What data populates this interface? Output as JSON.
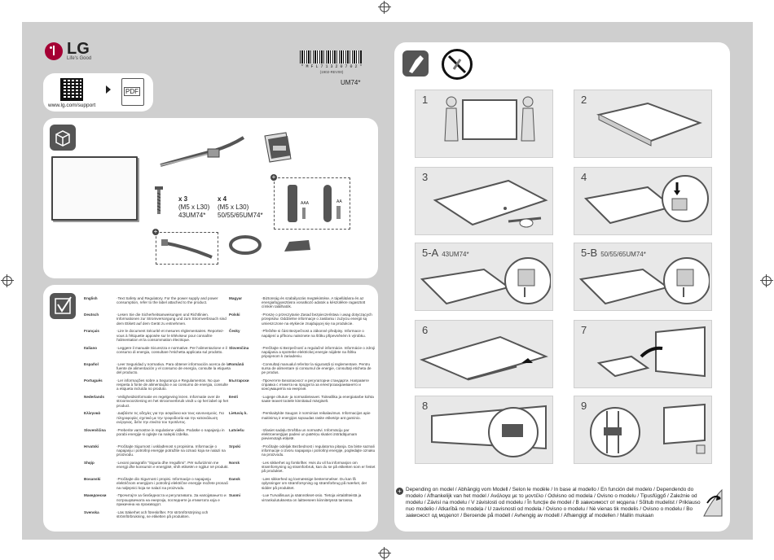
{
  "brand": {
    "name": "LG",
    "tagline": "Life's Good",
    "support_url": "www.lg.com/support",
    "pdf_label": "PDF"
  },
  "barcode": {
    "number": "* M F L 7 1 3 2 0 7 0 2 *",
    "code": "(1902-REV00)"
  },
  "model": "UM74*",
  "screws": [
    {
      "count": "x 3",
      "size": "(M5 x L30)",
      "models": "43UM74*"
    },
    {
      "count": "x 4",
      "size": "(M5 x L30)",
      "models": "50/55/65UM74*"
    }
  ],
  "battery_labels": [
    "AAA",
    "AA"
  ],
  "steps": [
    {
      "num": "1",
      "sub": ""
    },
    {
      "num": "2",
      "sub": ""
    },
    {
      "num": "3",
      "sub": ""
    },
    {
      "num": "4",
      "sub": ""
    },
    {
      "num": "5-A",
      "sub": "43UM74*"
    },
    {
      "num": "5-B",
      "sub": "50/55/65UM74*"
    },
    {
      "num": "6",
      "sub": ""
    },
    {
      "num": "7",
      "sub": ""
    },
    {
      "num": "8",
      "sub": ""
    },
    {
      "num": "9",
      "sub": ""
    }
  ],
  "languages_left": [
    {
      "name": "English",
      "text": "·Text Safety and Regulatory. For the power supply and power consumption, refer to the label attached to the product."
    },
    {
      "name": "Deutsch",
      "text": "·Lesen Sie die Sicherheitsanweisungen und Richtlinien. Informationen zur Stromversorgung und zum Stromverbrauch sind dem Etikett auf dem Gerät zu entnehmen."
    },
    {
      "name": "Français",
      "text": "·Lire le document Sécurité et mesures réglementaires. Reportez-vous à l'étiquette apposée sur le téléviseur pour connaître l'alimentation et la consommation électrique."
    },
    {
      "name": "Italiano",
      "text": "·Leggere il manuale Sicurezza e normative. Per l'alimentazione e il consumo di energia, consultare l'etichetta applicata sul prodotto."
    },
    {
      "name": "Español",
      "text": "·Leer Seguridad y normativa. Para obtener información acerca de la fuente de alimentación y el consumo de energía, consulte la etiqueta del producto."
    },
    {
      "name": "Português",
      "text": "·Ler informações sobre a Segurança e Regulamentos. No que respeita à fonte de alimentação e ao consumo de energia, consulte a etiqueta incluída no produto."
    },
    {
      "name": "Nederlands",
      "text": "·Veiligheidsinformatie en regelgeving lezen. Informatie over de stroomvoorziening en het stroomverbruik vindt u op het label op het product."
    },
    {
      "name": "Ελληνικά",
      "text": "·Διαβάστε τις οδηγίες για την ασφάλεια και τους κανονισμούς. Για πληροφορίες σχετικά με την τροφοδοσία και την κατανάλωση ενέργειας, δείτε την ετικέτα του προϊόντος."
    },
    {
      "name": "Slovenščina",
      "text": "·Preberite varnostne in regulativne vidike. Podatke o napajanju in porabi energije si oglejte na nalepki izdelka."
    },
    {
      "name": "Hrvatski",
      "text": "·Pročitajte Sigurnost i usklađenost s propisima. Informacije o napajanju i potrošnji energije potražite na oznaci koja se nalazi na proizvodu."
    },
    {
      "name": "Shqip",
      "text": "·Lexoni paragrafin \"Siguria dhe rregullimi\". Për sufurizimin me energji dhe konsumin e energjisë, shih etiketën e ngjitur në produkt."
    },
    {
      "name": "Bosanski",
      "text": "·Pročitajte dio Sigurnost i propisi. Informacije o napajanju električnom energijom i potrošnji električne energije možete pronaći na naljepnici koja se nalazi na proizvodu."
    },
    {
      "name": "Македонски",
      "text": "·Прочитајте за безбедноста и регулативата. За напојувањето и потрошувачката на енергија, погледнете ја етикетата која е прикачена на производот."
    },
    {
      "name": "Svenska",
      "text": "·Läs Säkerhet och föreskrifter. För strömförsörjning och strömförbrukning, se etiketten på produkten."
    }
  ],
  "languages_right": [
    {
      "name": "Magyar",
      "text": "·Biztonság és szabályozás megtekintése. A tápellátásra és az energiafogyasztásra vonatkozó adatok a készülékre ragasztott címkén találhatók."
    },
    {
      "name": "Polski",
      "text": "·Proszę o przeczytanie Zasad bezpieczeństwa i uwag dotyczących przepisów. Oddzielne informacje o zasilaniu i zużyciu energii są umieszczone na etykiecie znajdującej się na produkcie."
    },
    {
      "name": "Česky",
      "text": "·Přečtěte si část Bezpečnost a zákonné předpisy. Informace o napájení a příkonu naleznete na štítku připevněném k výrobku."
    },
    {
      "name": "Slovenčina",
      "text": "·Prečítajte si Bezpečnosť a regulačné informácie. Informácie o zdroji napájania a spotrebe elektrickej energie nájdete na štítku pripojenom k zariadeniu."
    },
    {
      "name": "Română",
      "text": "·Consultați manualul referitor la siguranță și reglementare. Pentru sursa de alimentare și consumul de energie, consultați eticheta de pe produs."
    },
    {
      "name": "Български",
      "text": "·Прочетете Безопасност и регулаторни стандарти. Направете справка с етикета на продукта за електрозахранването и консумацията на енергия."
    },
    {
      "name": "Eesti",
      "text": "·Lugege ohutus- ja normatiivteavet. Toiteallika ja energiatarbe kohta saate teavet tootele kinnitatud märgiselt."
    },
    {
      "name": "Lietuvių k.",
      "text": "·Perskaitykite Saugos ir norminius reikalavimus. Informacijos apie maitinimą ir energijos sąnaudas rasite etiketėje ant gaminio."
    },
    {
      "name": "Latviešu",
      "text": "·Izlasiet sadaļu Drošība un normatīvi. Informāciju par elektroenerģijas padevi un patēriņu skatiet izstrādājumam pievienotajā etiķetē."
    },
    {
      "name": "Srpski",
      "text": "·Pročitajte odeljak Bezbednost i regulatorna pitanja. Da biste saznali informacije o izvoru napajanja i potrošnji energije, pogledajte oznaku na proizvodu."
    },
    {
      "name": "Norsk",
      "text": "·Les sikkerhet og forskrifter. Hvis du vil ha informasjon om strømforsyning og strømforbruk, kan du se på etiketten som er festet på produktet."
    },
    {
      "name": "Dansk",
      "text": "·Læs sikkerhed og lovmæssige bestemmelser. Du kan få oplysninger om strømforsyning og strømforbrug på mærket, der sidder på produktet."
    },
    {
      "name": "Suomi",
      "text": "·Lue Turvallisuus ja säännökset-osio. Tietoja virtalähteistä ja virrankulutuksesta on laitteeseen kiinnitetyssä tarrassa."
    }
  ],
  "footnote": "Depending on model / Abhängig vom Modell / Selon le modèle / In base al modello / En función del modelo / Dependendo do modelo / Afhankelijk van het model / Ανάλογα με το μοντέλο / Odvisno od modela / Ovisno o modelu / Tipusfüggő / Zależnie od modelu / Závisí na modelu / V závislosti od modelu / În funcție de model / В зависимост от модела / Sõltub mudelist / Priklauso nuo modelio / Atkarībā no modeļa / U zavisnosti od modela / Ovisno o modelu / Nė vienas tik modelis / Ovisno o modelu / Во зависност од моделот / Beroende på modell / Avhengig av modell / Afhængigt af modellen / Mallin mukaan"
}
